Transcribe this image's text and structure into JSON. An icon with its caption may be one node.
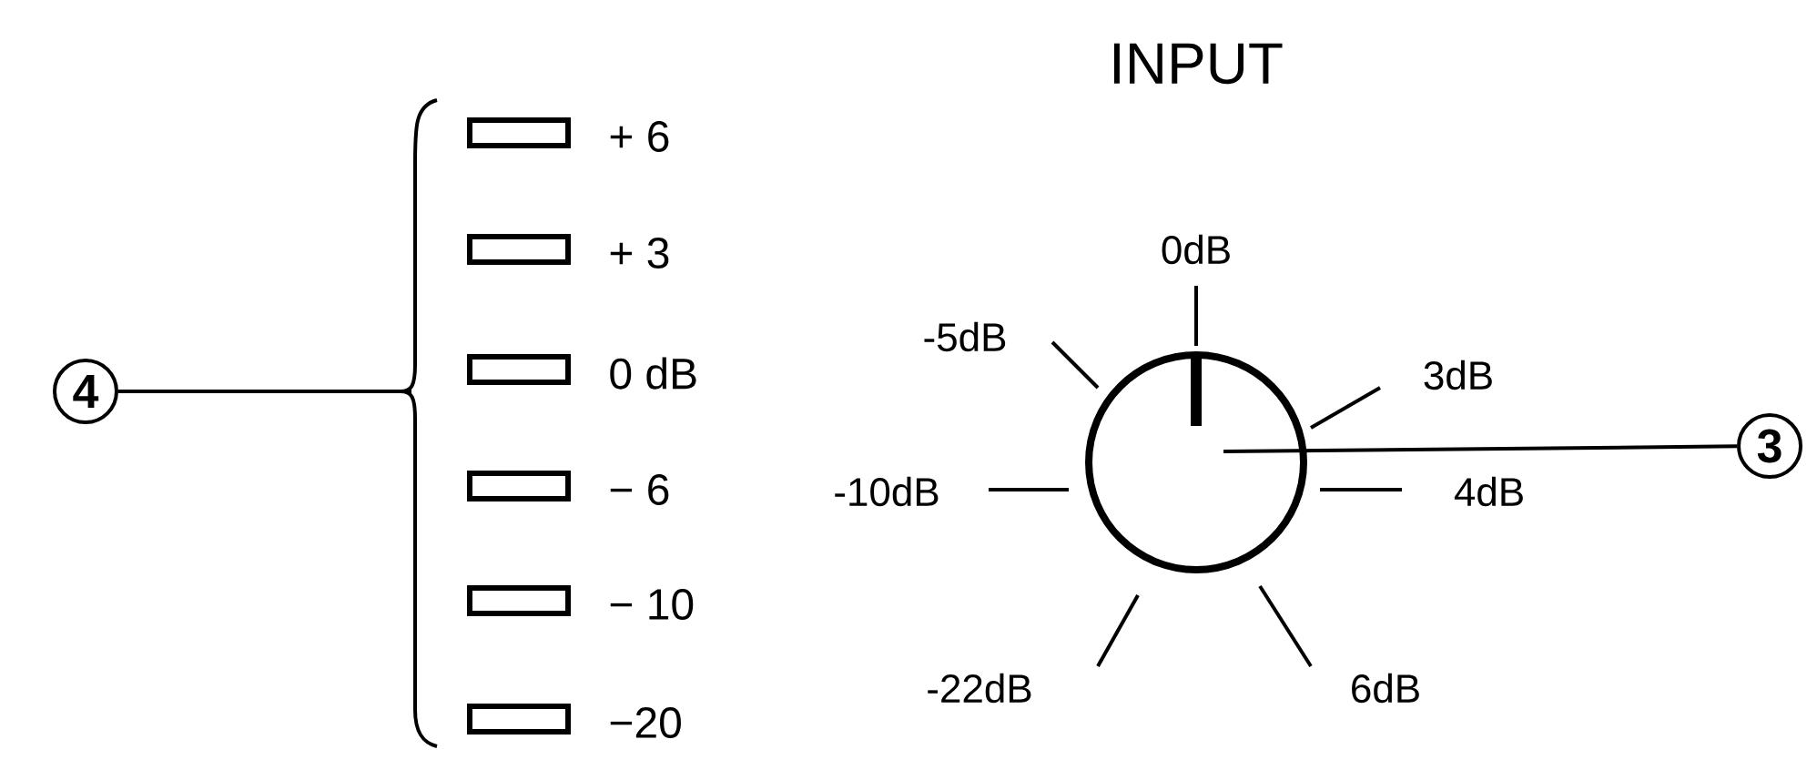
{
  "diagram": {
    "nodes": [
      {
        "text": [
          "4"
        ]
      },
      {
        "text": [],
        "shape": "box",
        "beside": [
          "+ 6"
        ]
      },
      {
        "text": [],
        "shape": "box",
        "beside": [
          "+ 3"
        ]
      },
      {
        "text": [],
        "shape": "box",
        "beside": [
          "0 dB"
        ]
      },
      {
        "text": [],
        "shape": "box",
        "beside": [
          "− 6"
        ]
      },
      {
        "text": [],
        "shape": "box",
        "beside": [
          "− 10"
        ]
      },
      {
        "text": [],
        "shape": "box",
        "beside": [
          "−20"
        ]
      },
      {
        "text": [],
        "shape": "circle"
      },
      {
        "text": [
          "3"
        ]
      }
    ],
    "edges": [
      {
        "from": 0,
        "to": null,
        "arrow": "none"
      },
      {
        "from": 8,
        "to": 7,
        "arrow": "none"
      }
    ],
    "labels": [
      "INPUT",
      "0dB",
      "-5dB",
      "3dB",
      "-10dB",
      "4dB",
      "-22dB",
      "6dB"
    ]
  }
}
